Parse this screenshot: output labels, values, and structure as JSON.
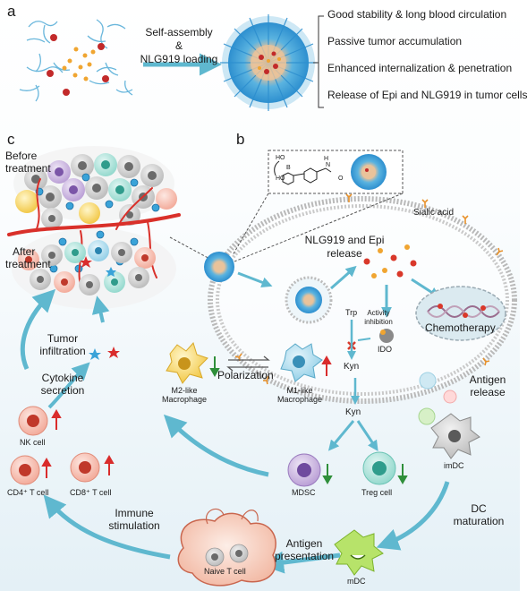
{
  "panels": {
    "a": "a",
    "b": "b",
    "c": "c"
  },
  "panel_a": {
    "process_line1": "Self-assembly",
    "process_line2": "&",
    "process_line3": "NLG919 loading",
    "features": [
      "Good stability & long blood circulation",
      "Passive tumor accumulation",
      "Enhanced internalization & penetration",
      "Release of Epi and NLG919 in tumor cells"
    ]
  },
  "panel_b": {
    "chem_ho1": "HO",
    "chem_b": "B",
    "chem_ho2": "HO",
    "chem_h": "H",
    "chem_n": "N",
    "chem_o": "O",
    "sialic_acid": "Sialic acid",
    "release_line1": "NLG919 and Epi",
    "release_line2": "release",
    "trp": "Trp",
    "activity_line1": "Activity",
    "activity_line2": "inhibition",
    "ido": "IDO",
    "kyn_inner": "Kyn",
    "chemotherapy": "Chemotherapy"
  },
  "panel_c": {
    "before_line1": "Before",
    "before_line2": "treatment",
    "after_line1": "After",
    "after_line2": "treatment",
    "infiltration_line1": "Tumor",
    "infiltration_line2": "infiltration",
    "cytokine_line1": "Cytokine",
    "cytokine_line2": "secretion",
    "nk_cell": "NK cell",
    "cd4": "CD4⁺ T cell",
    "cd8": "CD8⁺ T cell",
    "m2_line1": "M2-like",
    "m2_line2": "Macrophage",
    "m1_line1": "M1-like",
    "m1_line2": "Macrophage",
    "polarization": "Polarization",
    "kyn_outer": "Kyn",
    "mdsc": "MDSC",
    "treg": "Treg cell",
    "antigen_release_line1": "Antigen",
    "antigen_release_line2": "release",
    "imdc": "imDC",
    "dc_maturation_line1": "DC",
    "dc_maturation_line2": "maturation",
    "mdc": "mDC",
    "antigen_presentation_line1": "Antigen",
    "antigen_presentation_line2": "presentation",
    "naive_t": "Naive T cell",
    "immune_line1": "Immune",
    "immune_line2": "stimulation"
  },
  "colors": {
    "arrow": "#5fb8cf",
    "up_arrow": "#d92c2c",
    "down_arrow": "#2f8f3a",
    "micelle": "#3aa3d8",
    "background_tint": "#e6f1f6"
  }
}
